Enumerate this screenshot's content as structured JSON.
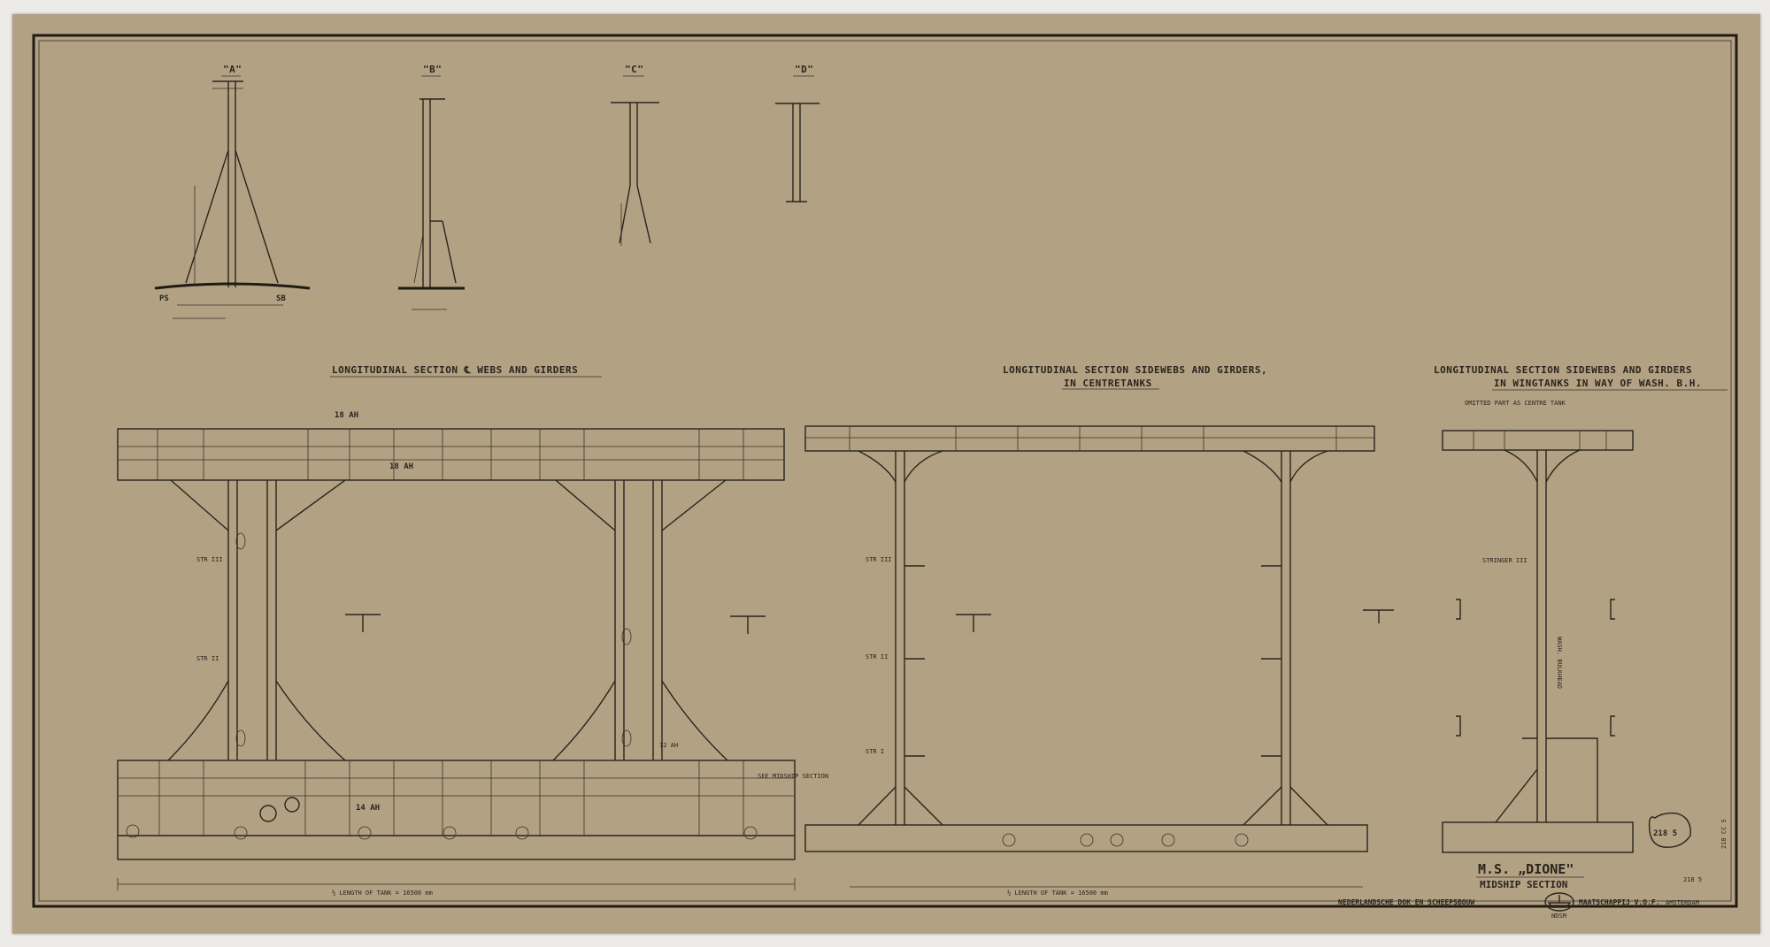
{
  "details": [
    {
      "label": "\"A\"",
      "ps": "PS",
      "sb": "SB"
    },
    {
      "label": "\"B\""
    },
    {
      "label": "\"C\""
    },
    {
      "label": "\"D\""
    }
  ],
  "sections": [
    {
      "title": "LONGITUDINAL SECTION ℄ WEBS AND GIRDERS",
      "footer": "½ LENGTH OF TANK = 16500 mm"
    },
    {
      "title": "LONGITUDINAL SECTION SIDEWEBS AND GIRDERS,",
      "subtitle": "IN CENTRETANKS",
      "footer": "½ LENGTH OF TANK = 16500 mm"
    },
    {
      "title": "LONGITUDINAL SECTION SIDEWEBS AND GIRDERS",
      "subtitle": "IN WINGTANKS IN WAY OF WASH. B.H."
    }
  ],
  "annotations": {
    "ah18": "18 AH",
    "ah14": "14 AH",
    "ah12": "12 AH",
    "str3": "STR III",
    "str2": "STR II",
    "str1": "STR I",
    "stringer": "STRINGER III",
    "mid_section": "SEE MIDSHIP SECTION",
    "wash_bh": "WASH. BULKHEAD",
    "note": "OMITTED PART AS CENTRE TANK"
  },
  "title_block": {
    "ship": "M.S. „DIONE\"",
    "drawing": "MIDSHIP SECTION",
    "company_left": "NEDERLANDSCHE DOK EN SCHEEPSBOUW",
    "company_right": "MAATSCHAPPIJ V.O.F.",
    "city": "AMSTERDAM",
    "logo": "NDSM",
    "stamp": "218 5",
    "ref": "218 5",
    "edge_ref": "218 CC S"
  },
  "colors": {
    "paper": "#b3a184",
    "ink": "#2a241c",
    "background": "#ecebe7"
  },
  "icons": {
    "logo": "ship-logo-icon"
  }
}
